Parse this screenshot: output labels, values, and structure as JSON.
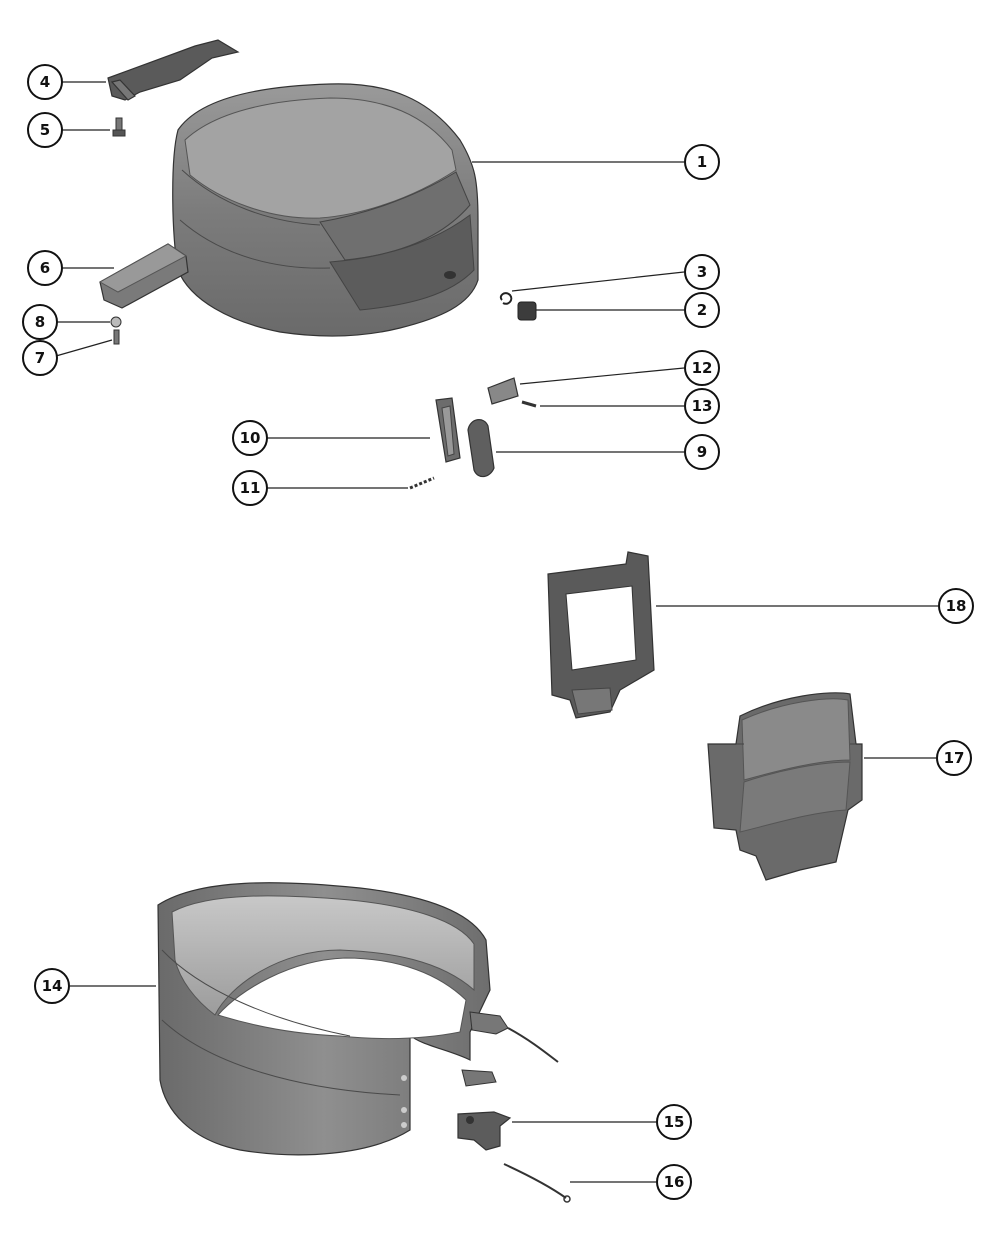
{
  "diagram": {
    "callouts": [
      "1",
      "2",
      "3",
      "4",
      "5",
      "6",
      "7",
      "8",
      "9",
      "10",
      "11",
      "12",
      "13",
      "14",
      "15",
      "16",
      "17",
      "18"
    ]
  },
  "colors": {
    "part_dark": "#5e5e5e",
    "part_mid": "#8a8a8a",
    "part_light": "#b9b9b9",
    "line": "#222222"
  }
}
